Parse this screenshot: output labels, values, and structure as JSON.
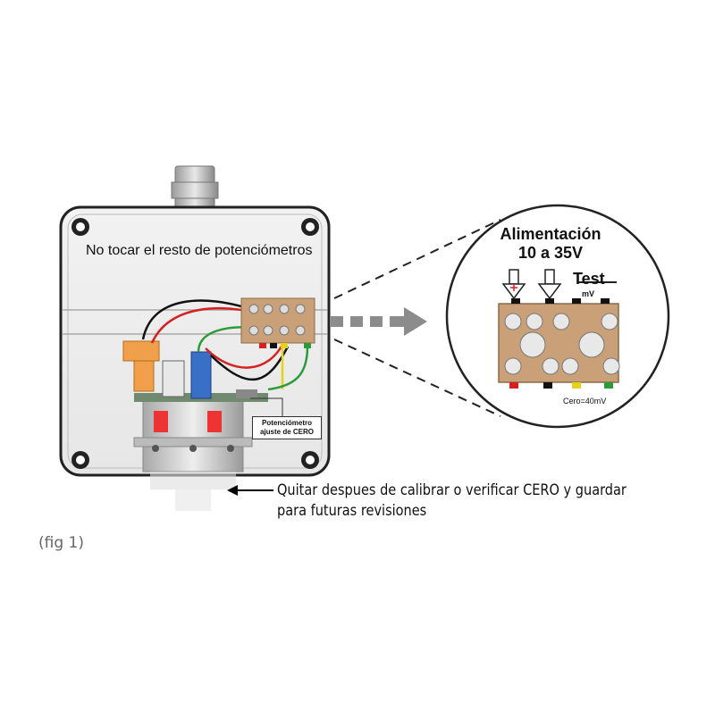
{
  "enclosure": {
    "title": "No tocar el resto de potenciómetros"
  },
  "potentiometer": {
    "label_line1": "Potenciómetro",
    "label_line2": "ajuste de CERO"
  },
  "instruction": {
    "line1": "Quitar despues de calibrar o verificar CERO y guardar",
    "line2": "para futuras revisiones"
  },
  "zoom": {
    "title_line1": "Alimentación",
    "title_line2": "10 a 35V",
    "test_label": "Test",
    "test_unit": "mV",
    "zero_note": "Cero=40mV"
  },
  "caption": "(fig 1)",
  "colors": {
    "terminal_block": "#c9a078",
    "wire_red": "#d62020",
    "wire_black": "#111111",
    "wire_yellow": "#e6d21c",
    "wire_green": "#2e9b3a",
    "arrow_gray": "#8c8c8c",
    "relay_orange": "#f0a04a",
    "pot_blue": "#3a6fc8"
  }
}
